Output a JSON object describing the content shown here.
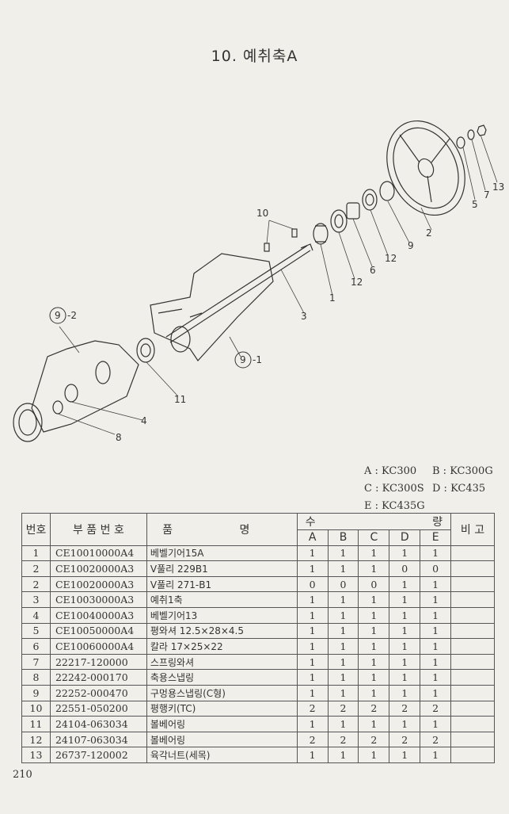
{
  "title": "10. 예취축A",
  "callouts": {
    "c1": "1",
    "c2": "2",
    "c3": "3",
    "c4": "4",
    "c5": "5",
    "c6": "6",
    "c7": "7",
    "c8": "8",
    "c9": "9",
    "c10": "10",
    "c11": "11",
    "c12a": "12",
    "c12b": "12",
    "c13": "13",
    "c9_1_suffix": "-1",
    "c9_2_suffix": "-2",
    "c9_circle": "9"
  },
  "legend": {
    "row1": [
      "A : KC300",
      "B : KC300G"
    ],
    "row2": [
      "C : KC300S",
      "D : KC435"
    ],
    "row3": [
      "E : KC435G"
    ]
  },
  "table": {
    "headers": {
      "no": "번호",
      "part_no": "부 품 번 호",
      "name": "품 명",
      "qty_left": "수",
      "qty_right": "량",
      "remarks": "비 고"
    },
    "models": [
      "A",
      "B",
      "C",
      "D",
      "E"
    ],
    "rows": [
      {
        "no": "1",
        "part_no": "CE10010000A4",
        "name": "베벨기어15A",
        "q": [
          "1",
          "1",
          "1",
          "1",
          "1"
        ]
      },
      {
        "no": "2",
        "part_no": "CE10020000A3",
        "name": "V풀리 229B1",
        "q": [
          "1",
          "1",
          "1",
          "0",
          "0"
        ]
      },
      {
        "no": "2",
        "part_no": "CE10020000A3",
        "name": "V풀리 271-B1",
        "q": [
          "0",
          "0",
          "0",
          "1",
          "1"
        ]
      },
      {
        "no": "3",
        "part_no": "CE10030000A3",
        "name": "예취1축",
        "q": [
          "1",
          "1",
          "1",
          "1",
          "1"
        ]
      },
      {
        "no": "4",
        "part_no": "CE10040000A3",
        "name": "베벨기어13",
        "q": [
          "1",
          "1",
          "1",
          "1",
          "1"
        ]
      },
      {
        "no": "5",
        "part_no": "CE10050000A4",
        "name": "평와셔 12.5×28×4.5",
        "q": [
          "1",
          "1",
          "1",
          "1",
          "1"
        ]
      },
      {
        "no": "6",
        "part_no": "CE10060000A4",
        "name": "칼라 17×25×22",
        "q": [
          "1",
          "1",
          "1",
          "1",
          "1"
        ]
      },
      {
        "no": "7",
        "part_no": "22217-120000",
        "name": "스프링와셔",
        "q": [
          "1",
          "1",
          "1",
          "1",
          "1"
        ]
      },
      {
        "no": "8",
        "part_no": "22242-000170",
        "name": "축용스냅링",
        "q": [
          "1",
          "1",
          "1",
          "1",
          "1"
        ]
      },
      {
        "no": "9",
        "part_no": "22252-000470",
        "name": "구멍용스냅링(C형)",
        "q": [
          "1",
          "1",
          "1",
          "1",
          "1"
        ]
      },
      {
        "no": "10",
        "part_no": "22551-050200",
        "name": "평행키(TC)",
        "q": [
          "2",
          "2",
          "2",
          "2",
          "2"
        ]
      },
      {
        "no": "11",
        "part_no": "24104-063034",
        "name": "볼베어링",
        "q": [
          "1",
          "1",
          "1",
          "1",
          "1"
        ]
      },
      {
        "no": "12",
        "part_no": "24107-063034",
        "name": "볼베어링",
        "q": [
          "2",
          "2",
          "2",
          "2",
          "2"
        ]
      },
      {
        "no": "13",
        "part_no": "26737-120002",
        "name": "육각너트(세목)",
        "q": [
          "1",
          "1",
          "1",
          "1",
          "1"
        ]
      }
    ]
  },
  "page_number": "210"
}
